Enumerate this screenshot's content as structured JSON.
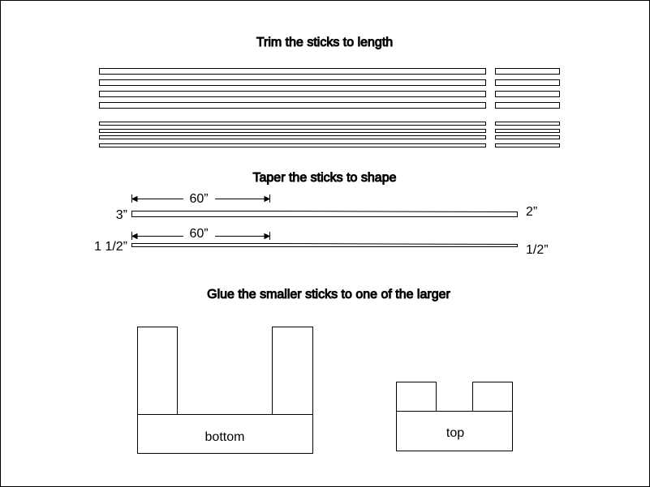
{
  "titles": {
    "trim": "Trim the sticks to length",
    "taper": "Taper the sticks to shape",
    "glue": "Glue the smaller sticks to one of the larger"
  },
  "taper": {
    "stick1": {
      "dimension": "60”",
      "left": "3”",
      "right": "2”"
    },
    "stick2": {
      "dimension": "60”",
      "left": "1 1/2”",
      "right": "1/2”"
    }
  },
  "assemblies": {
    "bottom_label": "bottom",
    "top_label": "top"
  }
}
